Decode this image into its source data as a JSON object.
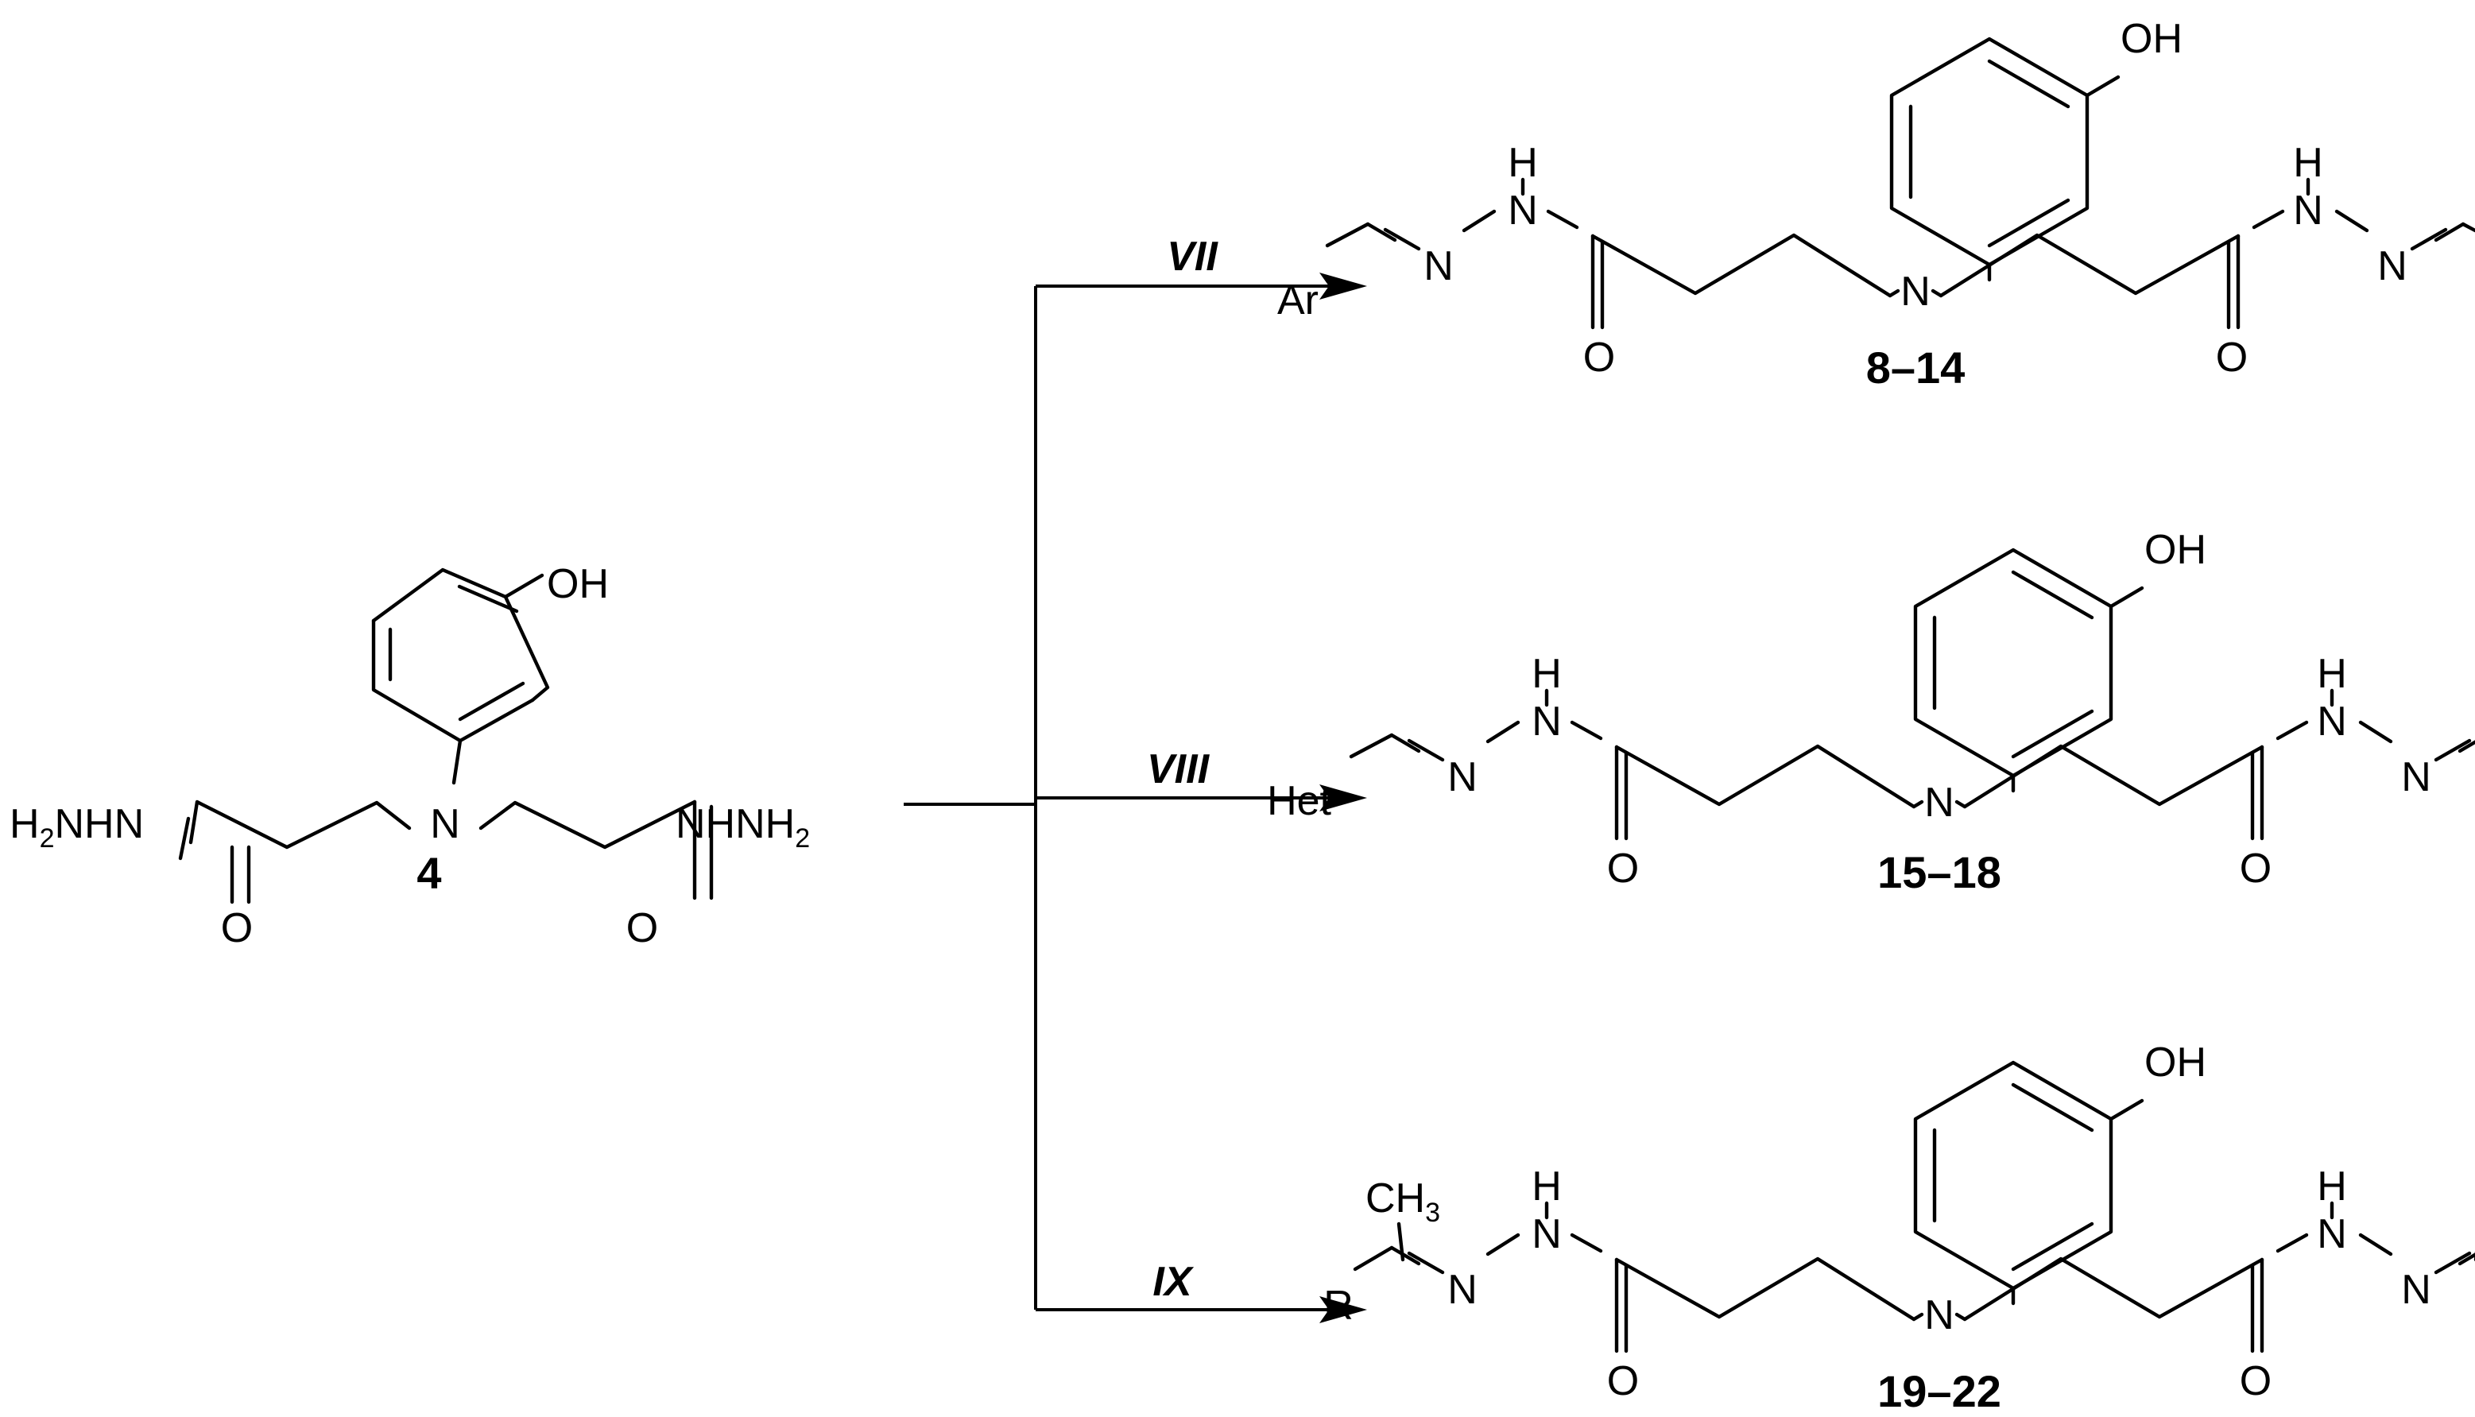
{
  "reagent": {
    "label": "4",
    "hydroxy": "OH",
    "amine_n": "N",
    "carbonyl_o": "O",
    "left_terminal": "H2NHN",
    "right_terminal": "NHNH2"
  },
  "routes": [
    {
      "condition": "VII",
      "product_label": "8–14",
      "substituent": "Ar",
      "hydroxy": "OH",
      "n": "N",
      "h": "H",
      "o": "O"
    },
    {
      "condition": "VIII",
      "product_label": "15–18",
      "substituent": "Het",
      "hydroxy": "OH",
      "n": "N",
      "h": "H",
      "o": "O"
    },
    {
      "condition": "IX",
      "product_label": "19–22",
      "substituent": "R",
      "methyl": "CH3",
      "hydroxy": "OH",
      "n": "N",
      "h": "H",
      "o": "O"
    }
  ]
}
